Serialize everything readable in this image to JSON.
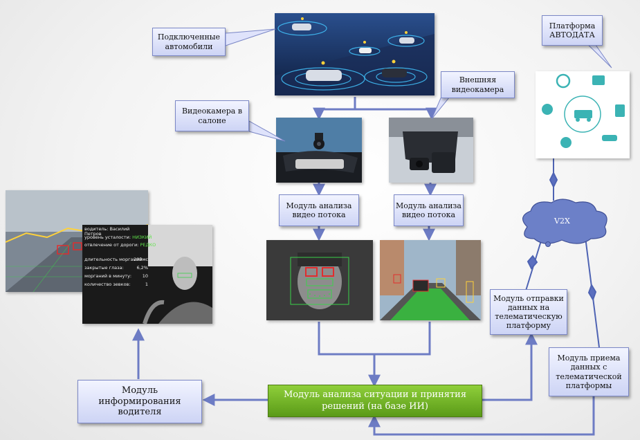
{
  "labels": {
    "connected_cars": "Подключенные\nавтомобили",
    "cabin_camera": "Видеокамера в\nсалоне",
    "external_camera": "Внешняя\nвидеокамера",
    "platform": "Платформа\nАВТОДАТА",
    "video_module_1": "Модуль анализа\nвидео потока",
    "video_module_2": "Модуль анализа\nвидео потока",
    "v2x": "V2X",
    "send_module": "Модуль отправки\nданных на\nтелематическую\nплатформу",
    "receive_module": "Модуль приема\nданных с\nтелематической\nплатформы",
    "decision_module": "Модуль анализа ситуации и принятия\nрешений  (на базе ИИ)",
    "inform_module": "Модуль\nинформирования\nводителя"
  },
  "driver_hud": {
    "driver_label": "водитель: Василий Петров",
    "fatigue_label": "уровень усталости:",
    "fatigue_value": "НИЗКИЙ",
    "distraction_label": "отвлечение от дороги:",
    "distraction_value": "РЕДКО",
    "rows": [
      {
        "label": "длительность морганий:",
        "value": "209мс"
      },
      {
        "label": "закрытые глаза:",
        "value": "6,2%"
      },
      {
        "label": "морганий в минуту:",
        "value": "10"
      },
      {
        "label": "количество зевков:",
        "value": "1"
      }
    ]
  },
  "colors": {
    "box_border": "#7b87c6",
    "box_fill": "#cdd4f5",
    "arrow": "#6d7cc4",
    "decision_fill": "#6aa822",
    "cloud": "#6c80c8",
    "hud_green": "#5fe24a",
    "face_red": "#e12d2d",
    "face_green": "#3bd14a"
  }
}
